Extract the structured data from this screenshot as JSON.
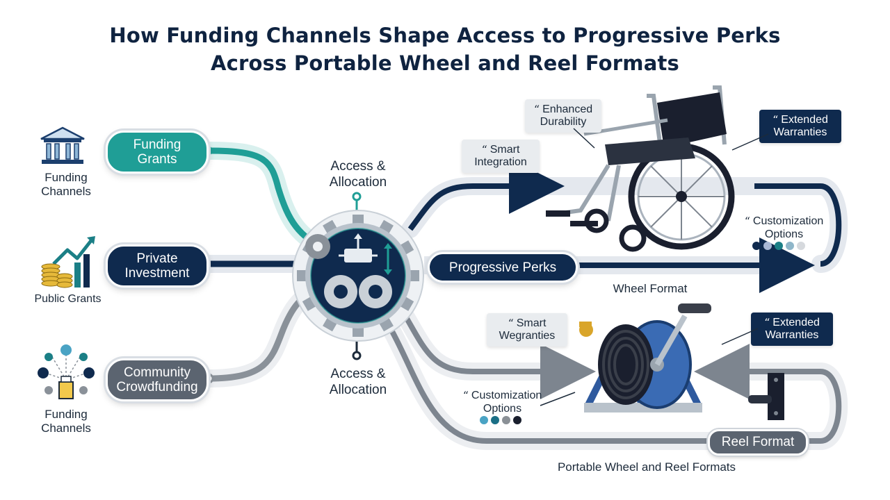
{
  "title": {
    "line1": "How Funding Channels Shape Access to Progressive Perks",
    "line2": "Across Portable Wheel and Reel Formats"
  },
  "left_column": {
    "top_icon": "bank-building-icon",
    "top_label": "Funding\nChannels",
    "middle_icon": "coins-growth-chart-icon",
    "middle_label": "Public Grants",
    "bottom_icon": "crowd-network-icon",
    "bottom_label": "Funding\nChannels"
  },
  "channels": {
    "funding_grants": "Funding\nGrants",
    "private_investment": "Private\nInvestment",
    "community_crowdfunding": "Community\nCrowdfunding"
  },
  "hub": {
    "top_label": "Access &\nAllocation",
    "bottom_label": "Access &\nAllocation",
    "icon": "gears-flow-icon"
  },
  "wheel_section": {
    "perks_pill": "Progressive Perks",
    "format_label": "Wheel Format",
    "image": "wheelchair-image",
    "callouts": {
      "enhanced_durability": "Enhanced\nDurability",
      "smart_integration": "Smart\nIntegration",
      "extended_warranties": "Extended\nWarranties",
      "customization_options": "Customization\nOptions"
    },
    "swatches": [
      "#0f2a4e",
      "#a9b9d6",
      "#1b7f86",
      "#8fb6c9",
      "#d6d9dd"
    ]
  },
  "reel_section": {
    "format_badge": "Reel Format",
    "bottom_label": "Portable Wheel and Reel Formats",
    "image": "hose-reel-image",
    "wall_bracket": "wall-bracket-image",
    "callouts": {
      "smart_wegranties": "Smart\nWegranties",
      "extended_warranties": "Extended\nWarranties",
      "customization_options": "Customization\nOptions"
    },
    "swatches": [
      "#4aa3c4",
      "#1b6f86",
      "#8a9096",
      "#1a1f2e"
    ]
  },
  "colors": {
    "teal": "#1f9e96",
    "navy": "#0f2a4e",
    "gray": "#5b6470",
    "title": "#0f2340"
  }
}
